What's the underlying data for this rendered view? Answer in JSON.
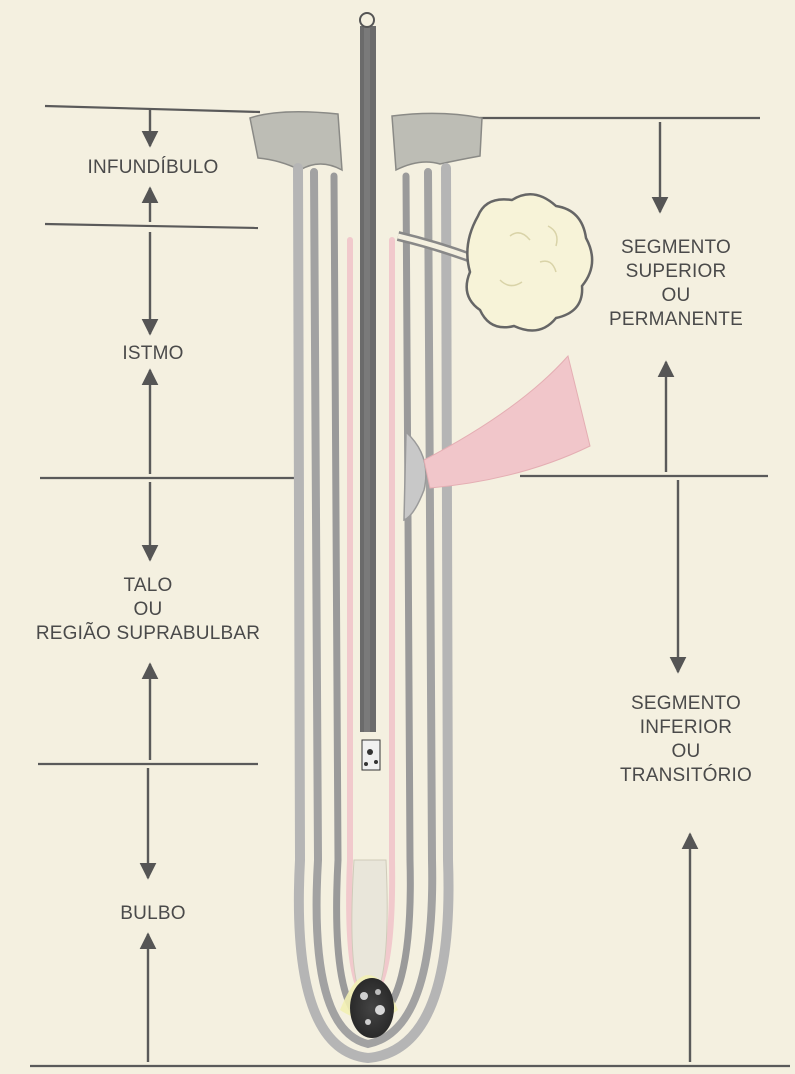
{
  "left_labels": {
    "infundibulo": "INFUNDÍBULO",
    "istmo": "ISTMO",
    "talo_1": "TALO",
    "talo_2": "OU",
    "talo_3": "REGIÃO SUPRABULBAR",
    "bulbo": "BULBO"
  },
  "right_labels": {
    "superior_1": "SEGMENTO",
    "superior_2": "SUPERIOR",
    "superior_3": "OU",
    "superior_4": "PERMANENTE",
    "inferior_1": "SEGMENTO",
    "inferior_2": "INFERIOR",
    "inferior_3": "OU",
    "inferior_4": "TRANSITÓRIO"
  },
  "colors": {
    "background": "#f4f0e0",
    "line": "#555555",
    "sheath": "#9a9a9a",
    "pink": "#f1c9cc",
    "hair": "#6b6b6b"
  }
}
